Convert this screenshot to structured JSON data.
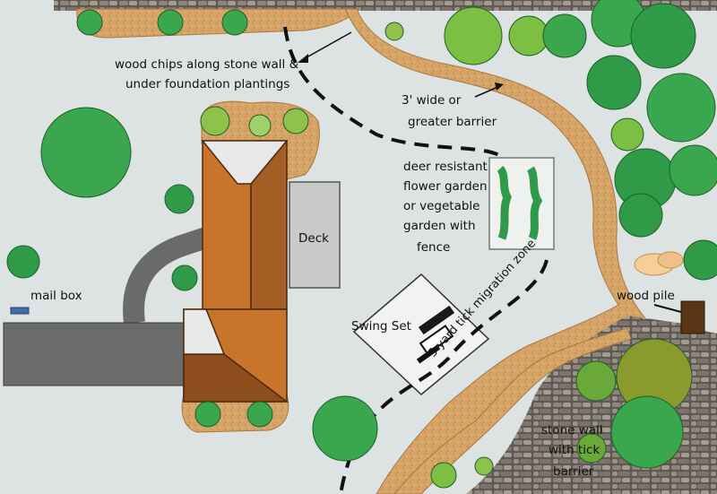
{
  "labels": {
    "wood_chips_line1": "wood chips along stone wall &",
    "wood_chips_line2": "under foundation plantings",
    "barrier_line1": "3' wide or",
    "barrier_line2": "greater barrier",
    "garden_line1": "deer resistant",
    "garden_line2": "flower garden",
    "garden_line3": "or vegetable",
    "garden_line4": "garden with",
    "garden_line5": "fence",
    "deck": "Deck",
    "mail_box": "mail box",
    "swing_set": "Swing Set",
    "wood_pile": "wood pile",
    "tick_zone": "3 yard tick migration zone",
    "stone_wall_line1": "stone wall",
    "stone_wall_line2": "with tick",
    "stone_wall_line3": "barrier"
  },
  "colors": {
    "lawn": "#dde3e2",
    "wood_chips": "#d9a56b",
    "stone_wall": "#7b736c",
    "roof": "#c8742a",
    "roof_dark": "#8e4d1c",
    "deck": "#c9c9c9",
    "driveway": "#6d6d6d",
    "tree_dark": "#2f9a47",
    "tree_light": "#7dbf43",
    "mail_box": "#3f6fa6"
  }
}
